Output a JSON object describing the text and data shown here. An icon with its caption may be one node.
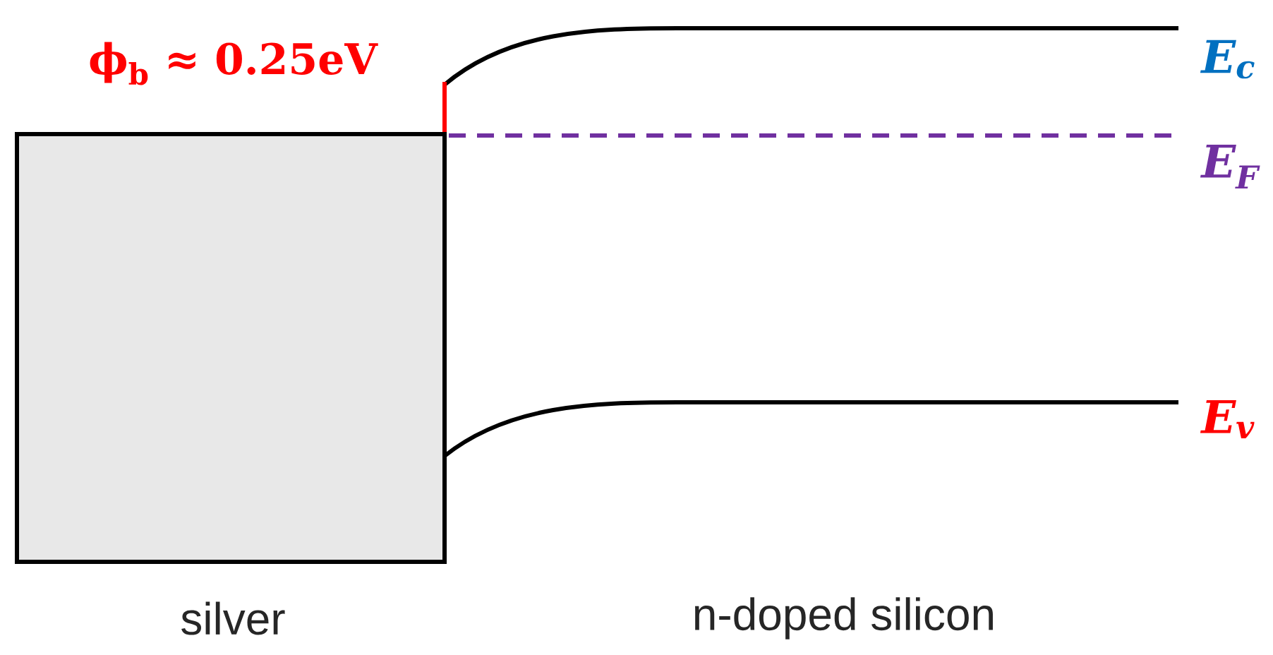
{
  "diagram": {
    "nodes": [
      {
        "text": [
          "silver"
        ]
      }
    ],
    "edges": [],
    "labels": [
      "ϕ$_{b}$ ≈ 0.25eV",
      "E$_{c}$",
      "E$_{F}$",
      "E$_{v}$",
      "n-doped silicon"
    ]
  }
}
